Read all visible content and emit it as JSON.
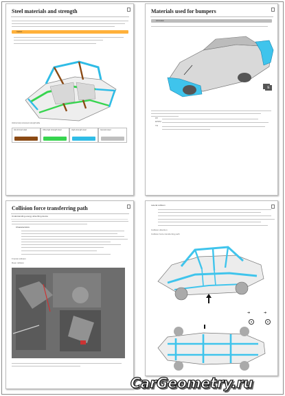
{
  "pages": {
    "top_left": {
      "title": "Steel materials and strength",
      "caption": "Vehicle body component strength table",
      "legend": [
        {
          "label": "Hot-formed steel",
          "color": "#8b4a14"
        },
        {
          "label": "Ultra-high strength steel",
          "color": "#37d44f"
        },
        {
          "label": "High-strength steel",
          "color": "#2fbce6"
        },
        {
          "label": "General steel",
          "color": "#bfbfbf"
        }
      ],
      "note_label": "Caution"
    },
    "top_right": {
      "title": "Materials used for bumpers",
      "note_label": "Information",
      "bullets": [
        "PP",
        "EPDM",
        "TD"
      ],
      "badge": "E"
    },
    "bottom_left": {
      "title": "Collision force transferring path",
      "subtitle": "Understanding energy absorbing device",
      "section": "Characteristics",
      "bullet_a": "Frontal collision",
      "bullet_b": "Rear collision"
    },
    "bottom_right": {
      "title": "Lateral collision",
      "bullet_a": "Collision direction",
      "bullet_b": "Collision force transferring path",
      "marker_a": "a",
      "marker_b": "b"
    }
  },
  "logo": {
    "text": "CarGeometry.ru",
    "fill": "#ffffff",
    "stroke": "#111111",
    "accent": "#666666"
  },
  "colors": {
    "hot_formed": "#8b4a14",
    "ultra_high": "#37d44f",
    "high_strength": "#2fbce6",
    "general": "#bfbfbf",
    "note_caution": "#ffb13b",
    "note_info": "#bcbcbc",
    "cyan_part": "#3fc4ec"
  }
}
